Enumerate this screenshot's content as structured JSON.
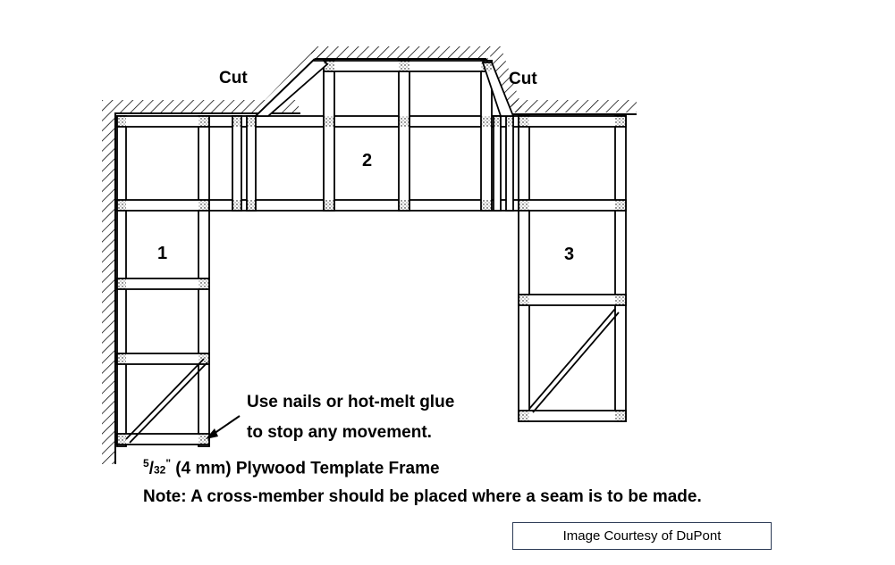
{
  "labels": {
    "section_1": "1",
    "section_2": "2",
    "section_3": "3",
    "cut_left": "Cut",
    "cut_right": "Cut"
  },
  "callout": {
    "line1": "Use nails or hot-melt glue",
    "line2": "to stop any movement."
  },
  "caption": {
    "fraction_numerator": "5",
    "fraction_slash": "/",
    "fraction_denominator": "32",
    "fraction_mark": "\"",
    "rest": " (4 mm) Plywood Template Frame"
  },
  "note": "Note: A cross-member should be placed where a seam is to be made.",
  "credit": "Image Courtesy of DuPont"
}
